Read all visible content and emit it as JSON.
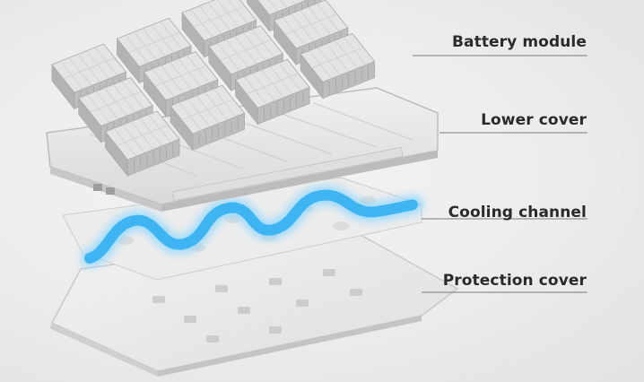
{
  "labels": {
    "battery_module": "Battery module",
    "lower_cover": "Lower cover",
    "cooling_channel": "Cooling channel",
    "protection_cover": "Protection cover"
  },
  "colors": {
    "leader_line": "#7a7a7a",
    "coolant": "#3fb4f2",
    "coolant_glow": "#8fd8ff",
    "module_top": "#e4e4e4",
    "module_side": "#bdbdbd",
    "tray": "#e9e9e9"
  }
}
